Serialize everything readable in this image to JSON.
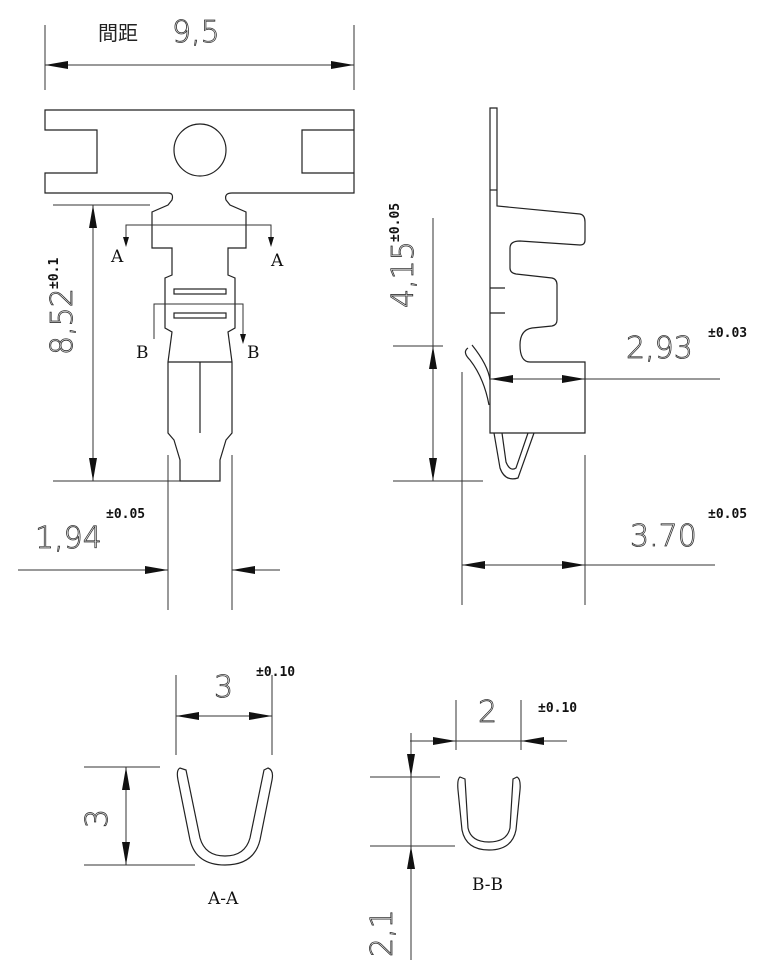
{
  "title": {
    "label": "間距",
    "value": "9,5"
  },
  "front_view": {
    "height_dim": "8,52",
    "height_tol": "±0.1",
    "width_dim": "1,94",
    "width_tol": "±0.05",
    "section_a_left": "A",
    "section_a_right": "A",
    "section_b_left": "B",
    "section_b_right": "B"
  },
  "side_view": {
    "height_dim": "4,15",
    "height_tol": "±0.05",
    "box_dim": "2,93",
    "box_tol": "±0.03",
    "overall_dim": "3.70",
    "overall_tol": "±0.05"
  },
  "section_aa": {
    "width": "3",
    "width_tol": "±0.10",
    "height": "3",
    "label": "A-A"
  },
  "section_bb": {
    "width": "2",
    "width_tol": "±0.10",
    "height": "2,1",
    "label": "B-B"
  }
}
